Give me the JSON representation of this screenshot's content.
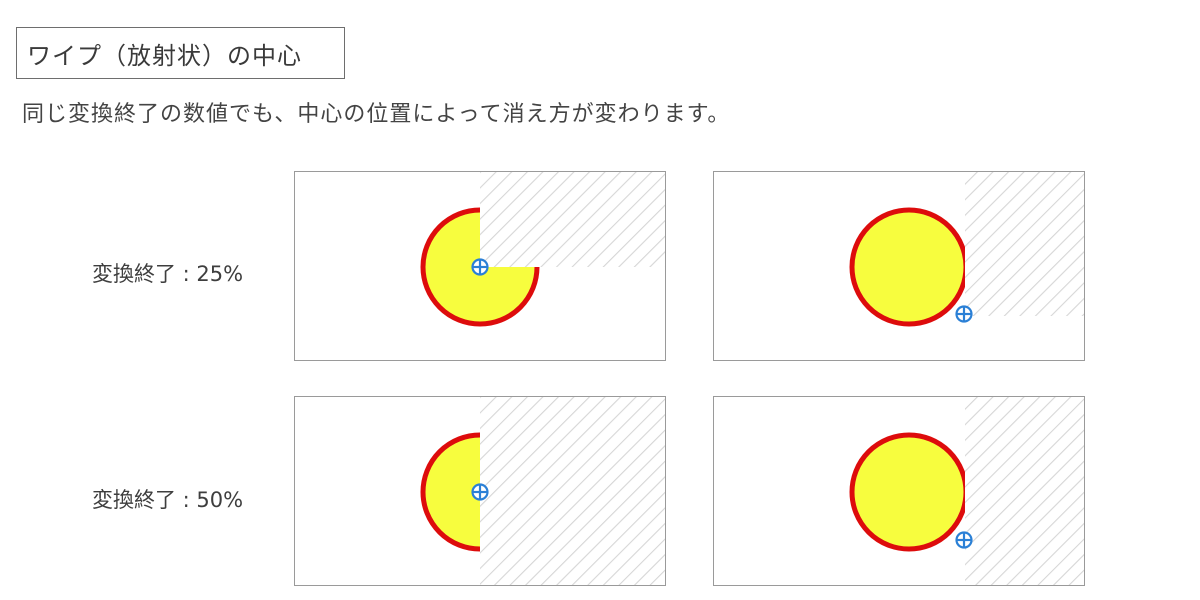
{
  "title": "ワイプ（放射状）の中心",
  "description": "同じ変換終了の数値でも、中心の位置によって消え方が変わります。",
  "rows": [
    {
      "label": "変換終了 : 25%",
      "transition_end_percent": 25
    },
    {
      "label": "変換終了 : 50%",
      "transition_end_percent": 50
    }
  ],
  "colors": {
    "circle_fill": "#f7fd3e",
    "circle_stroke": "#dd0c0c",
    "hatch": "#d6d6d6",
    "center_marker": "#2b80d6",
    "panel_border": "#9a9a9a"
  },
  "icons": {
    "center_marker": "crosshair-circle-icon",
    "wiped_area": "hatched-region"
  },
  "columns": [
    {
      "center_position": "circle-center"
    },
    {
      "center_position": "bottom-right-of-circle"
    }
  ]
}
